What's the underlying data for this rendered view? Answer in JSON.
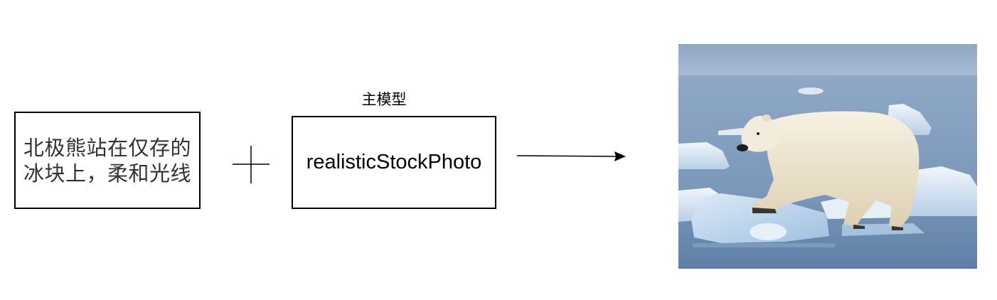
{
  "prompt": {
    "text": "北极熊站在仅存的冰块上，柔和光线"
  },
  "model": {
    "caption": "主模型",
    "name": "realisticStockPhoto"
  },
  "output_image": {
    "subject": "polar-bear-on-ice-floe"
  }
}
